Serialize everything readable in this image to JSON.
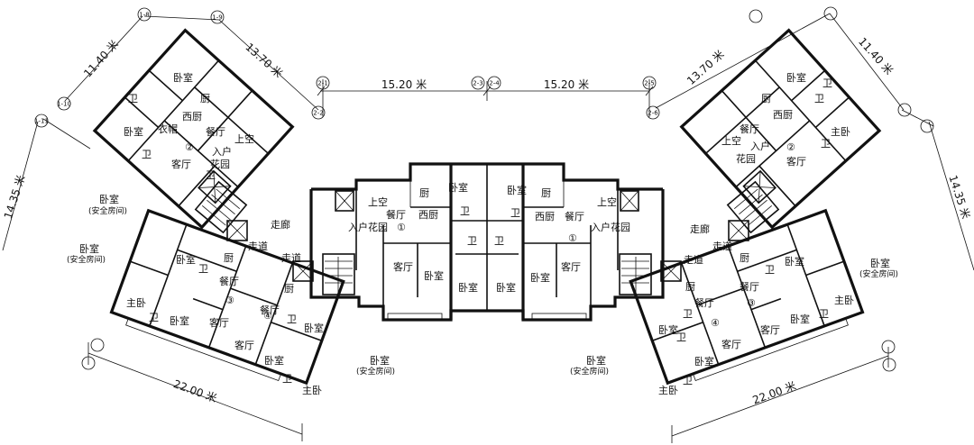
{
  "dimensions": {
    "top_left": "15.20 米",
    "top_right": "15.20 米",
    "upper_left_wing": "13.70 米",
    "upper_left_outer": "11.40 米",
    "upper_right_wing": "13.70 米",
    "upper_right_outer": "11.40 米",
    "left_side": "14.35 米",
    "right_side": "14.35 米",
    "bottom_left": "22.00 米",
    "bottom_right": "22.00 米"
  },
  "axis_markers": [
    "1-8",
    "1-9",
    "1-10",
    "1-11",
    "2-1",
    "2-2",
    "2-3",
    "2-4",
    "2-5",
    "2-6"
  ],
  "unit_markers": [
    "①",
    "①",
    "②",
    "②",
    "③",
    "③",
    "④",
    "④"
  ],
  "rooms": {
    "bedroom": "卧室",
    "master_bedroom": "主卧",
    "living_room": "客厅",
    "dining_room": "餐厅",
    "kitchen": "厨",
    "western_kitchen": "西厨",
    "bathroom": "卫",
    "void": "上空",
    "corridor": "走廊",
    "passage": "走道",
    "entry_garden": "入户花园",
    "entry_garden_split_a": "入户",
    "entry_garden_split_b": "花园",
    "cloakroom": "衣帽",
    "safe_room_bedroom": "卧室",
    "safe_room_note": "(安全房间)"
  }
}
